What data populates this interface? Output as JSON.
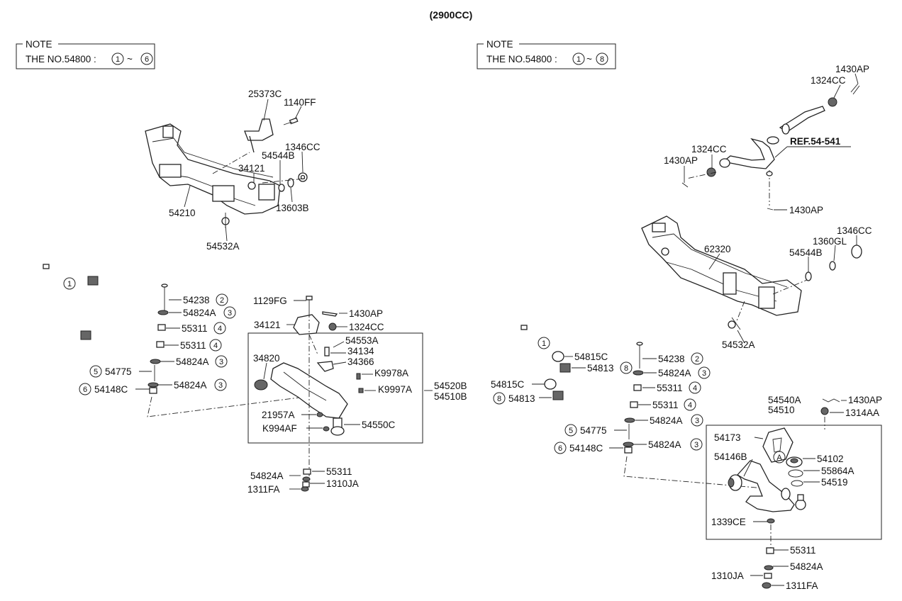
{
  "title": "(2900CC)",
  "left": {
    "note": {
      "heading": "NOTE",
      "text": "THE NO.54800 : ",
      "from": "1",
      "tilde": "~",
      "to": "6"
    },
    "labels": {
      "p25373C": "25373C",
      "p1140FF": "1140FF",
      "p1346CC": "1346CC",
      "p54544B": "54544B",
      "p34121a": "34121",
      "p13603B": "13603B",
      "p54210": "54210",
      "p54532A": "54532A",
      "p54238": "54238",
      "p54824A_1": "54824A",
      "p55311_1": "55311",
      "p55311_2": "55311",
      "p54824A_2": "54824A",
      "p54775": "54775",
      "p54148C": "54148C",
      "p54824A_3": "54824A",
      "p1129FG": "1129FG",
      "p1430AP": "1430AP",
      "p34121b": "34121",
      "p1324CC": "1324CC",
      "p54553A": "54553A",
      "p34134": "34134",
      "p34366": "34366",
      "p34820": "34820",
      "pK9978A": "K9978A",
      "pK9997A": "K9997A",
      "p54520B": "54520B",
      "p54510B": "54510B",
      "p21957A": "21957A",
      "pK994AF": "K994AF",
      "p54550C": "54550C",
      "p54824A_4": "54824A",
      "p55311_3": "55311",
      "p1311FA": "1311FA",
      "p1310JA": "1310JA"
    },
    "circled": {
      "c1": "1",
      "c2": "2",
      "c3a": "3",
      "c4a": "4",
      "c4b": "4",
      "c3b": "3",
      "c5": "5",
      "c6": "6",
      "c3c": "3"
    }
  },
  "right": {
    "note": {
      "heading": "NOTE",
      "text": "THE NO.54800 : ",
      "from": "1",
      "tilde": "~",
      "to": "8"
    },
    "labels": {
      "p1430AP_a": "1430AP",
      "p1324CC_a": "1324CC",
      "pREF": "REF.54-541",
      "p1324CC_b": "1324CC",
      "p1430AP_b": "1430AP",
      "p1430AP_c": "1430AP",
      "p62320": "62320",
      "p1346CC": "1346CC",
      "p1360GL": "1360GL",
      "p54544B": "54544B",
      "p54532A": "54532A",
      "p54815C_a": "54815C",
      "p54238": "54238",
      "p54813_a": "54813",
      "p54824A_a": "54824A",
      "p54815C_b": "54815C",
      "p55311_a": "55311",
      "p54813_b": "54813",
      "p55311_b": "55311",
      "p54824A_b": "54824A",
      "p54775": "54775",
      "p54148C": "54148C",
      "p54824A_c": "54824A",
      "p54540A": "54540A",
      "p54510": "54510",
      "p1430AP_d": "1430AP",
      "p1314AA": "1314AA",
      "p54173": "54173",
      "p54146B": "54146B",
      "p54102": "54102",
      "p55864A": "55864A",
      "p54519": "54519",
      "p1339CE": "1339CE",
      "p55311_c": "55311",
      "p54824A_d": "54824A",
      "p1310JA": "1310JA",
      "p1311FA": "1311FA",
      "pA": "A"
    },
    "circled": {
      "c1": "1",
      "c2": "2",
      "c8a": "8",
      "c3a": "3",
      "c4a": "4",
      "c8b": "8",
      "c4b": "4",
      "c3b": "3",
      "c5": "5",
      "c6": "6",
      "c3c": "3"
    }
  }
}
